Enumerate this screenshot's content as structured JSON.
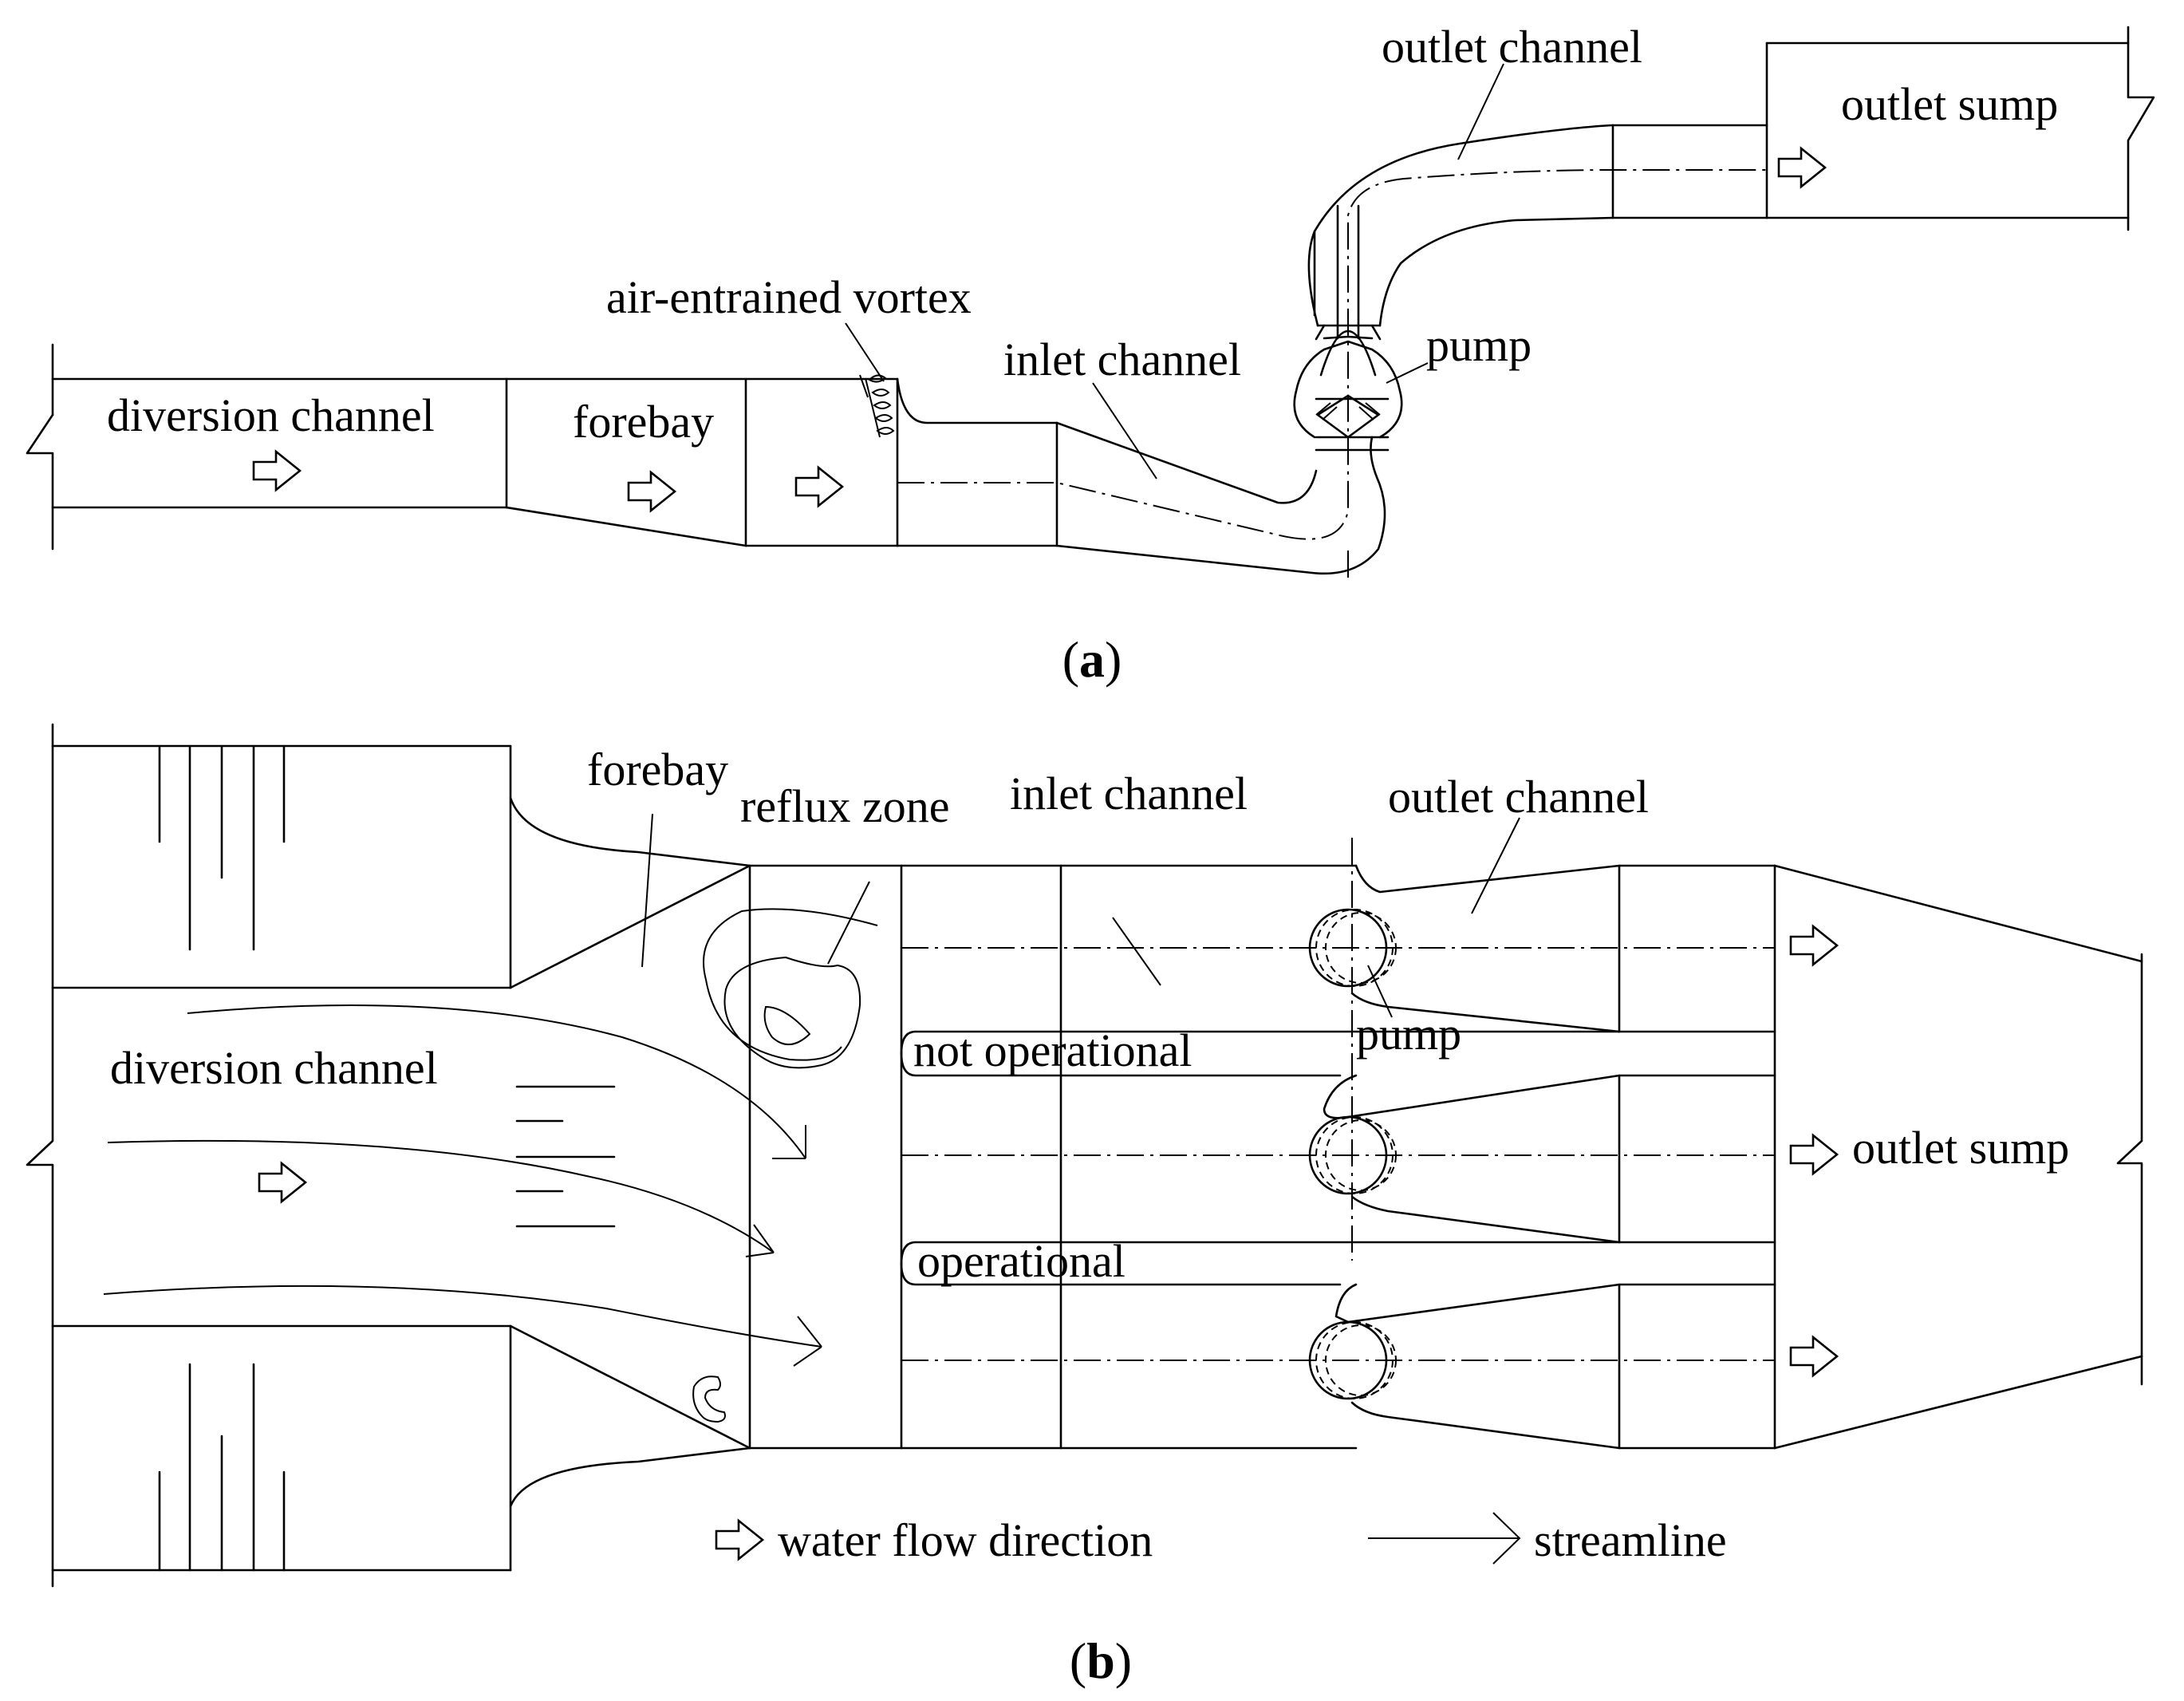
{
  "panel_a": {
    "caption_open": "(",
    "caption_letter": "a",
    "caption_close": ")",
    "labels": {
      "outlet_channel": "outlet channel",
      "outlet_sump": "outlet sump",
      "air_entrained_vortex": "air-entrained vortex",
      "inlet_channel": "inlet channel",
      "pump": "pump",
      "diversion_channel": "diversion channel",
      "forebay": "forebay"
    }
  },
  "panel_b": {
    "caption_open": "(",
    "caption_letter": "b",
    "caption_close": ")",
    "labels": {
      "forebay": "forebay",
      "reflux_zone": "reflux zone",
      "inlet_channel": "inlet channel",
      "outlet_channel": "outlet channel",
      "diversion_channel": "diversion channel",
      "not_operational": "not operational",
      "pump": "pump",
      "outlet_sump": "outlet sump",
      "operational": "operational"
    },
    "legend": {
      "water_flow_direction": "water flow direction",
      "streamline": "streamline"
    }
  },
  "style": {
    "line_color": "#000000",
    "background": "#ffffff"
  }
}
